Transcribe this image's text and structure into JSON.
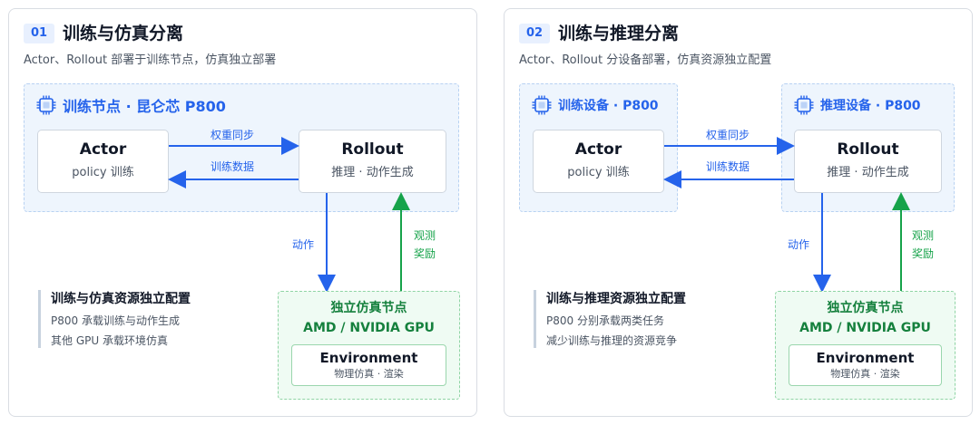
{
  "colors": {
    "blue": "#2563eb",
    "green": "#16a34a",
    "zone_blue": "#eef5fd",
    "zone_green": "#effbf3"
  },
  "panels": [
    {
      "number": "01",
      "title": "训练与仿真分离",
      "subtitle": "Actor、Rollout 部署于训练节点，仿真独立部署",
      "zones": [
        {
          "icon": "chip-icon",
          "label": "训练节点 · 昆仑芯 P800"
        }
      ],
      "actor": {
        "title": "Actor",
        "sub": "policy 训练"
      },
      "rollout": {
        "title": "Rollout",
        "sub": "推理 · 动作生成"
      },
      "edges": {
        "weight_sync": "权重同步",
        "train_data": "训练数据",
        "action": "动作",
        "observe": "观测",
        "reward": "奖励"
      },
      "sim": {
        "title": "独立仿真节点",
        "gpu": "AMD / NVIDIA GPU",
        "env_title": "Environment",
        "env_sub": "物理仿真 · 渲染"
      },
      "note": {
        "title": "训练与仿真资源独立配置",
        "lines": [
          "P800 承载训练与动作生成",
          "其他 GPU 承载环境仿真"
        ]
      }
    },
    {
      "number": "02",
      "title": "训练与推理分离",
      "subtitle": "Actor、Rollout 分设备部署，仿真资源独立配置",
      "zones": [
        {
          "icon": "chip-icon",
          "label": "训练设备 · P800"
        },
        {
          "icon": "chip-icon",
          "label": "推理设备 · P800"
        }
      ],
      "actor": {
        "title": "Actor",
        "sub": "policy 训练"
      },
      "rollout": {
        "title": "Rollout",
        "sub": "推理 · 动作生成"
      },
      "edges": {
        "weight_sync": "权重同步",
        "train_data": "训练数据",
        "action": "动作",
        "observe": "观测",
        "reward": "奖励"
      },
      "sim": {
        "title": "独立仿真节点",
        "gpu": "AMD / NVIDIA GPU",
        "env_title": "Environment",
        "env_sub": "物理仿真 · 渲染"
      },
      "note": {
        "title": "训练与推理资源独立配置",
        "lines": [
          "P800 分别承载两类任务",
          "减少训练与推理的资源竞争"
        ]
      }
    }
  ]
}
